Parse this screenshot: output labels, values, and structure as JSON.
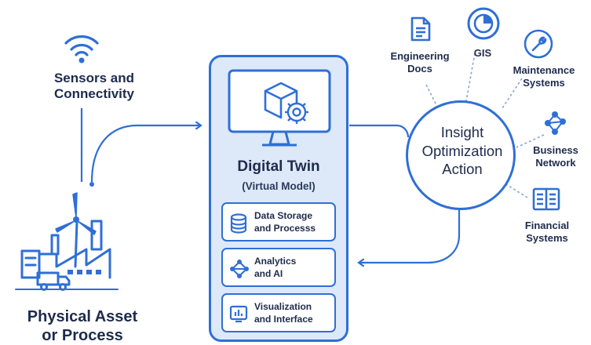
{
  "sensors": {
    "label_line1": "Sensors and",
    "label_line2": "Connectivity",
    "icon": "wifi-icon"
  },
  "asset": {
    "label_line1": "Physical Asset",
    "label_line2": "or Process",
    "icon": "factory-icon"
  },
  "digital_twin": {
    "title": "Digital Twin",
    "subtitle": "(Virtual Model)",
    "icon": "monitor-cube-gear-icon",
    "modules": [
      {
        "line1": "Data Storage",
        "line2": "and Processs",
        "icon": "database-icon"
      },
      {
        "line1": "Analytics",
        "line2": "and AI",
        "icon": "network-nodes-icon"
      },
      {
        "line1": "Visualization",
        "line2": "and Interface",
        "icon": "chart-screen-icon"
      }
    ]
  },
  "hub": {
    "line1": "Insight",
    "line2": "Optimization",
    "line3": "Action"
  },
  "systems": [
    {
      "line1": "Engineering",
      "line2": "Docs",
      "icon": "document-icon"
    },
    {
      "line1": "GIS",
      "line2": "",
      "icon": "globe-pie-icon"
    },
    {
      "line1": "Maintenance",
      "line2": "Systems",
      "icon": "wrench-icon"
    },
    {
      "line1": "Business",
      "line2": "Network",
      "icon": "network-icon"
    },
    {
      "line1": "Financial",
      "line2": "Systems",
      "icon": "ledger-book-icon"
    }
  ],
  "colors": {
    "accent": "#2f6fd6",
    "panel": "#dde9f8",
    "text": "#1e2b4d"
  }
}
